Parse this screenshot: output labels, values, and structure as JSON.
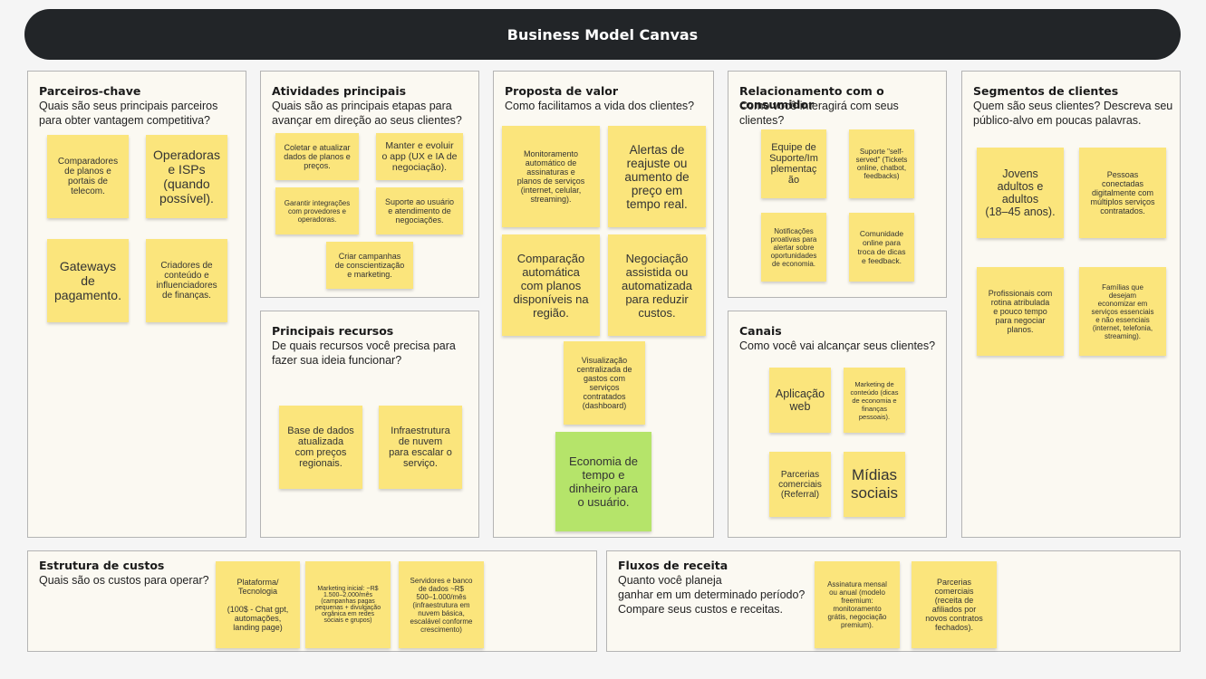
{
  "title": "Business Model Canvas",
  "panels": {
    "partners": {
      "title": "Parceiros-chave",
      "question": "Quais são seus principais parceiros\npara obter vantagem competitiva?"
    },
    "activities": {
      "title": "Atividades principais",
      "question": "Quais são as principais etapas para\navançar em direção ao seus clientes?"
    },
    "value": {
      "title": "Proposta de valor",
      "question": "Como facilitamos a vida dos clientes?"
    },
    "relationship": {
      "title": "Relacionamento com o consumidor",
      "question": "Como você interagirá com seus\nclientes?"
    },
    "segments": {
      "title": "Segmentos de clientes",
      "question": "Quem são seus clientes? Descreva seu\npúblico-alvo em poucas palavras."
    },
    "resources": {
      "title": "Principais recursos",
      "question": "De quais recursos você precisa para\nfazer sua ideia funcionar?"
    },
    "channels": {
      "title": "Canais",
      "question": "Como você vai alcançar seus clientes?"
    },
    "costs": {
      "title": "Estrutura de custos",
      "question": "Quais são os custos para operar?"
    },
    "revenue": {
      "title": "Fluxos de receita",
      "question": "Quanto você planeja\nganhar em um determinado período?\nCompare seus custos e receitas."
    }
  },
  "notes": {
    "partners": [
      "Comparadores\nde planos e\nportais de\ntelecom.",
      "Operadoras\ne ISPs\n(quando\npossível).",
      "Gateways\nde\npagamento.",
      "Criadores de\nconteúdo e\ninfluenciadores\nde finanças."
    ],
    "activities": [
      "Coletar e atualizar\ndados de planos e\npreços.",
      "Manter e evoluir\no app (UX e IA de\nnegociação).",
      "Garantir integrações\ncom provedores e\noperadoras.",
      "Suporte ao usuário\ne atendimento de\nnegociações.",
      "Criar campanhas\nde conscientização\ne marketing."
    ],
    "value": [
      "Monitoramento\nautomático de\nassinaturas e\nplanos de serviços\n(internet, celular,\nstreaming).",
      "Alertas de\nreajuste ou\naumento de\npreço em\ntempo real.",
      "Comparação\nautomática\ncom planos\ndisponíveis na\nregião.",
      "Negociação\nassistida ou\nautomatizada\npara reduzir\ncustos.",
      "Visualização\ncentralizada de\ngastos com\nserviços\ncontratados\n(dashboard)",
      "Economia de\ntempo e\ndinheiro para\no usuário."
    ],
    "relationship": [
      "Equipe de\nSuporte/Im\nplementaç\não",
      "Suporte \"self-\nserved\" (Tickets\nonline, chatbot,\nfeedbacks)",
      "Notificações\nproativas para\nalertar sobre\noportunidades\nde economia.",
      "Comunidade\nonline para\ntroca de dicas\ne feedback."
    ],
    "segments": [
      "Jovens\nadultos e\nadultos\n(18–45 anos).",
      "Pessoas\nconectadas\ndigitalmente com\nmúltiplos serviços\ncontratados.",
      "Profissionais com\nrotina atribulada\ne pouco tempo\npara negociar\nplanos.",
      "Famílias que\ndesejam\neconomizar em\nserviços essenciais\ne não essenciais\n(internet, telefonia,\nstreaming)."
    ],
    "resources": [
      "Base de dados\natualizada\ncom preços\nregionais.",
      "Infraestrutura\nde nuvem\npara escalar o\nserviço."
    ],
    "channels": [
      "Aplicação\nweb",
      "Marketing de\nconteúdo (dicas\nde economia e\nfinanças\npessoais).",
      "Parcerias\ncomerciais\n(Referral)",
      "Mídias\nsociais"
    ],
    "costs": [
      "Plataforma/\nTecnologia\n\n(100$ - Chat gpt,\nautomações,\nlanding page)",
      "Marketing inicial: ~R$\n1.500–2.000/mês\n(campanhas pagas\npequenas + divulgação\norgânica em redes\nsociais e grupos)",
      "Servidores e banco\nde dados ~R$\n500–1.000/mês\n(infraestrutura em\nnuvem básica,\nescalável conforme\ncrescimento)"
    ],
    "revenue": [
      "Assinatura mensal\nou anual (modelo\nfreemium:\nmonitoramento\ngrátis, negociação\npremium).",
      "Parcerias\ncomerciais\n(receita de\nafiliados por\nnovos contratos\nfechados)."
    ]
  }
}
